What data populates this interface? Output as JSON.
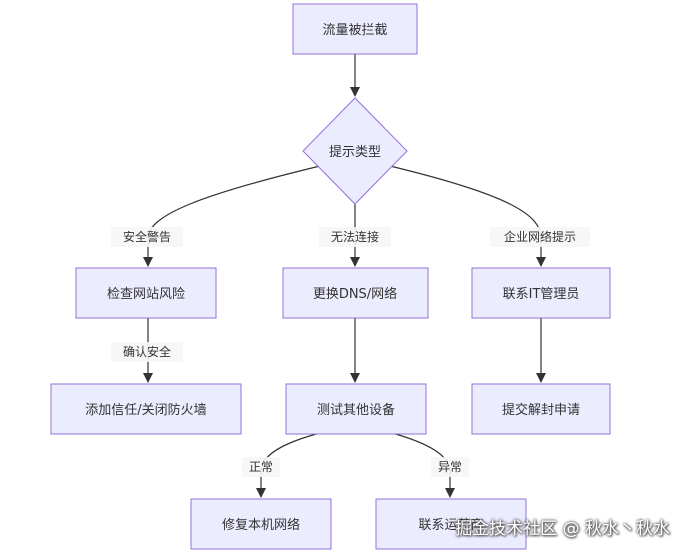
{
  "nodes": {
    "traffic_blocked": "流量被拦截",
    "prompt_type": "提示类型",
    "check_site_risk": "检查网站风险",
    "change_dns": "更换DNS/网络",
    "contact_it": "联系IT管理员",
    "add_trust": "添加信任/关闭防火墙",
    "test_other_device": "测试其他设备",
    "submit_unblock": "提交解封申请",
    "repair_network": "修复本机网络",
    "contact_isp": "联系运营商"
  },
  "edge_labels": {
    "security_warning": "安全警告",
    "cannot_connect": "无法连接",
    "enterprise_prompt": "企业网络提示",
    "confirm_safe": "确认安全",
    "normal": "正常",
    "abnormal": "异常"
  },
  "watermark": "掘金技术社区 @ 秋水丶秋水",
  "colors": {
    "node_fill": "#ECECFF",
    "node_stroke": "#9370DB",
    "edge": "#333333"
  }
}
